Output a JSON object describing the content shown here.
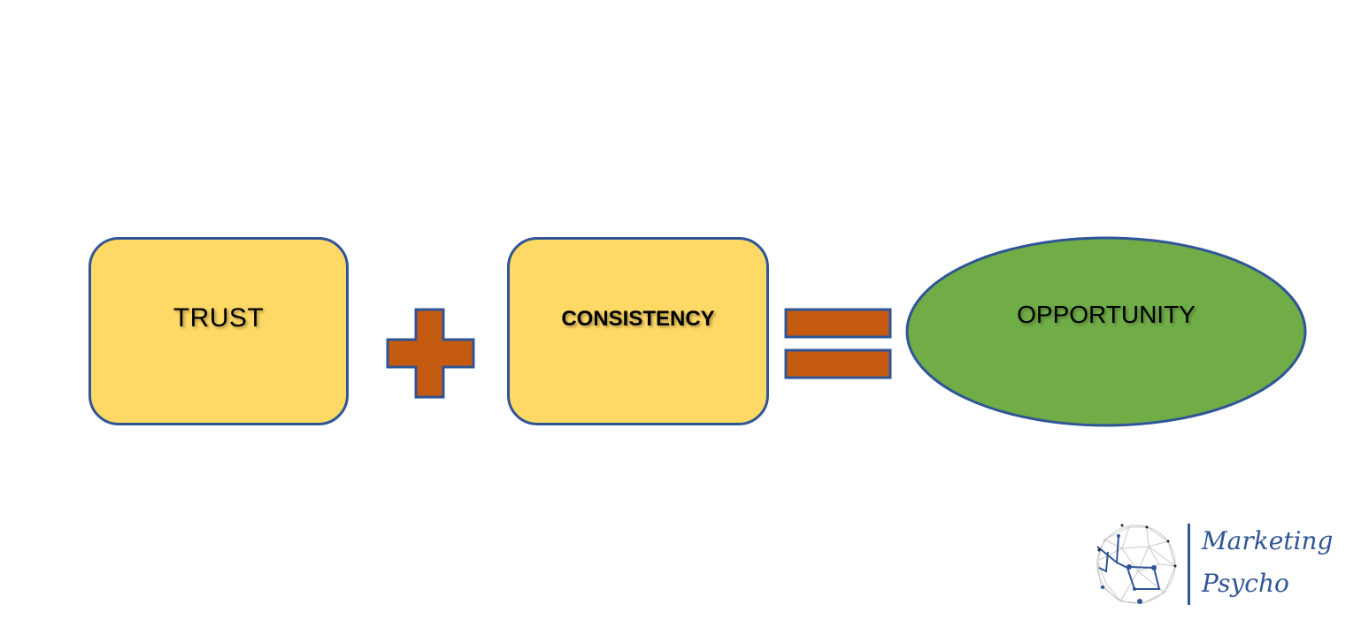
{
  "equation": {
    "term1": "TRUST",
    "operator1": "plus",
    "term2": "CONSISTENCY",
    "operator2": "equals",
    "result": "OPPORTUNITY"
  },
  "colors": {
    "box_fill": "#FFD966",
    "outline": "#2F5597",
    "operator_fill": "#C55A11",
    "result_fill": "#70AD47"
  },
  "logo": {
    "line1": "Marketing",
    "line2": "Psycho",
    "icon": "geodesic-globe-icon"
  }
}
